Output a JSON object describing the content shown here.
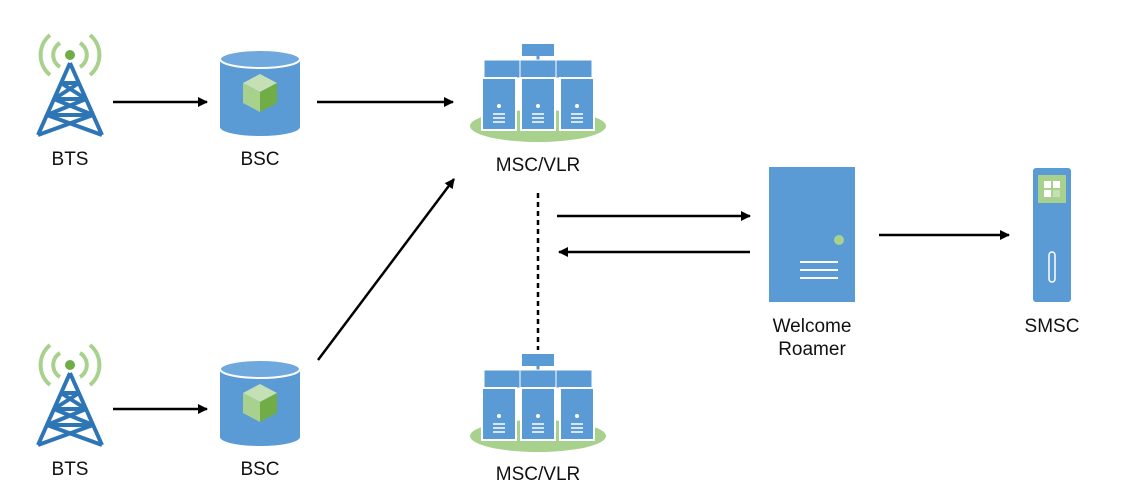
{
  "colors": {
    "blue": "#5b9bd5",
    "blue_dark": "#3f7fbf",
    "green": "#a9d18e",
    "green_dark": "#70ad47",
    "tower": "#2e75b6",
    "arrow": "#000000"
  },
  "nodes": {
    "bts_top": {
      "label": "BTS",
      "icon": "antenna-tower-icon"
    },
    "bsc_top": {
      "label": "BSC",
      "icon": "database-cylinder-icon"
    },
    "msc_top": {
      "label": "MSC/VLR",
      "icon": "server-cluster-icon"
    },
    "bts_bottom": {
      "label": "BTS",
      "icon": "antenna-tower-icon"
    },
    "bsc_bottom": {
      "label": "BSC",
      "icon": "database-cylinder-icon"
    },
    "msc_bottom": {
      "label": "MSC/VLR",
      "icon": "server-cluster-icon"
    },
    "welcome_roamer": {
      "label_line1": "Welcome",
      "label_line2": "Roamer",
      "icon": "server-tower-icon"
    },
    "smsc": {
      "label": "SMSC",
      "icon": "server-rack-icon"
    }
  },
  "edges": [
    {
      "from": "bts_top",
      "to": "bsc_top",
      "style": "arrow"
    },
    {
      "from": "bsc_top",
      "to": "msc_top",
      "style": "arrow"
    },
    {
      "from": "bts_bottom",
      "to": "bsc_bottom",
      "style": "arrow"
    },
    {
      "from": "bsc_bottom",
      "to": "msc_top",
      "style": "arrow"
    },
    {
      "from": "msc_top",
      "to": "welcome_roamer",
      "style": "arrow"
    },
    {
      "from": "welcome_roamer",
      "to": "msc_top",
      "style": "arrow"
    },
    {
      "from": "welcome_roamer",
      "to": "smsc",
      "style": "arrow"
    },
    {
      "from": "msc_top",
      "to": "msc_bottom",
      "style": "dotted"
    }
  ]
}
